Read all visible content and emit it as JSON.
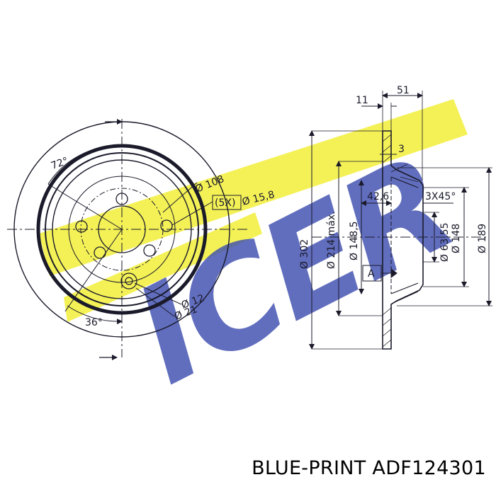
{
  "watermark": {
    "text": "ICER",
    "accent": "#f2ef3a",
    "brand": "#3f4fb0"
  },
  "front_view": {
    "angle_top": "72°",
    "angle_bottom": "36°",
    "pcd": "Ø 108",
    "holes_count": "(5X)",
    "holes_dia": "Ø 15,8",
    "small_hole": "Ø 12",
    "small_hole_outer": "Ø 21"
  },
  "section_view": {
    "width_total": "51",
    "flange": "11",
    "step": "3",
    "offset": "42,6",
    "chamfer": "3X45°",
    "outer_dia": "Ø 302",
    "max_dia": "Ø 214 máx.",
    "d1": "Ø 148,5",
    "d2": "Ø 63,55",
    "d3": "Ø 148",
    "d4": "Ø 189",
    "datum": "A"
  },
  "caption": "BLUE-PRINT ADF124301"
}
